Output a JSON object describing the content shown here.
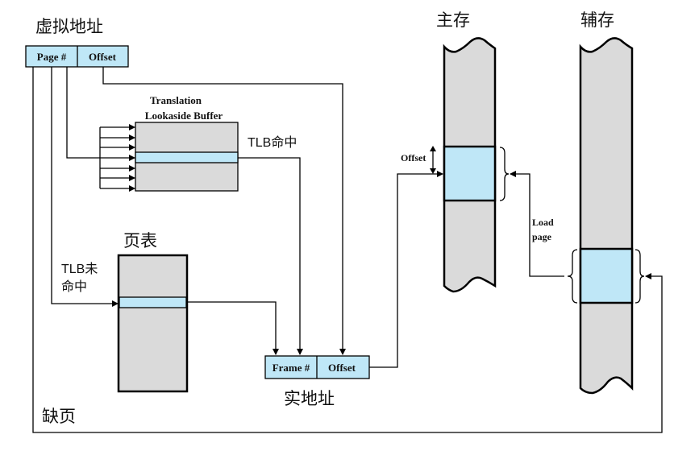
{
  "labels": {
    "virtual_address": "虚拟地址",
    "main_memory": "主存",
    "secondary_memory": "辅存",
    "tlb_title_line1": "Translation",
    "tlb_title_line2": "Lookaside Buffer",
    "tlb_hit": "TLB命中",
    "page_table": "页表",
    "tlb_miss_line1": "TLB未",
    "tlb_miss_line2": "命中",
    "real_address": "实地址",
    "page_fault": "缺页",
    "offset_marker": "Offset",
    "load_page_line1": "Load",
    "load_page_line2": "page"
  },
  "virtual_address_fields": [
    "Page #",
    "Offset"
  ],
  "real_address_fields": [
    "Frame #",
    "Offset"
  ],
  "colors": {
    "highlight": "#bfe7f7",
    "block": "#dadada",
    "line": "#000000"
  }
}
